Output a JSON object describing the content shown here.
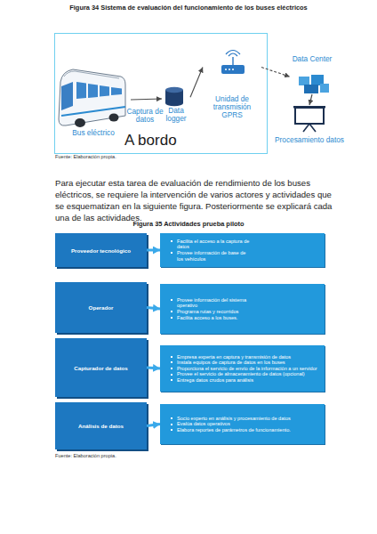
{
  "diagram": {
    "title": "Figura 34 Sistema de evaluación del funcionamiento de los buses eléctricos",
    "nodes": [
      {
        "text": [
          "A bordo"
        ]
      },
      {
        "text": [
          "Bus eléctrico"
        ],
        "in": 0
      },
      {
        "text": [
          "Data logger"
        ],
        "in": 0
      },
      {
        "text": [
          "Unidad de transmisión GPRS"
        ],
        "in": 0
      },
      {
        "text": [
          "Data Center"
        ]
      },
      {
        "text": [
          "Procesamiento datos"
        ]
      },
      {
        "text": [
          "Proveedor tecnológico"
        ]
      },
      {
        "text": [
          "Facilita el acceso a la captura de datos",
          "Provee información de base de los vehículos"
        ]
      },
      {
        "text": [
          "Operador"
        ]
      },
      {
        "text": [
          "Provee información del sistema operativo",
          "Programa rutas y recorridos",
          "Facilita acceso a los buses."
        ]
      },
      {
        "text": [
          "Capturador de datos"
        ]
      },
      {
        "text": [
          "Empresa experta en captura y transmisión de datos",
          "Instala equipos de captura de datos en los buses",
          "Proporciona el servicio de envío de la información a un servidor",
          "Provee el servicio de almacenamiento de datos (opcional)",
          "Entrega datos crudos para análisis"
        ]
      },
      {
        "text": [
          "Análisis de datos"
        ]
      },
      {
        "text": [
          "Socio experto en análisis y procesamiento de datos",
          "Evalúa datos operativos",
          "Elabora reportes de parámetros de funcionamiento."
        ]
      }
    ],
    "edges": [
      {
        "from": 1,
        "to": 2,
        "label": "Captura de datos",
        "arrow": "to"
      },
      {
        "from": 2,
        "to": 3,
        "arrow": "to"
      },
      {
        "from": 3,
        "to": 4,
        "arrow": "to"
      },
      {
        "from": 4,
        "to": 5,
        "arrow": "to"
      },
      {
        "from": 6,
        "to": 7,
        "arrow": "to"
      },
      {
        "from": 8,
        "to": 9,
        "arrow": "to"
      },
      {
        "from": 10,
        "to": 11,
        "arrow": "to"
      },
      {
        "from": 12,
        "to": 13,
        "arrow": "to"
      }
    ],
    "labels": [
      "Fuente: Elaboración propia.",
      "Para ejecutar esta tarea de evaluación de rendimiento de los buses eléctricos, se requiere la intervención de varios actores y actividades que se esquematizan en la siguiente figura. Posteriormente se explicará cada una de las actividades.",
      "Figura 35 Actividades prueba piloto",
      "Fuente: Elaboración propia."
    ]
  }
}
